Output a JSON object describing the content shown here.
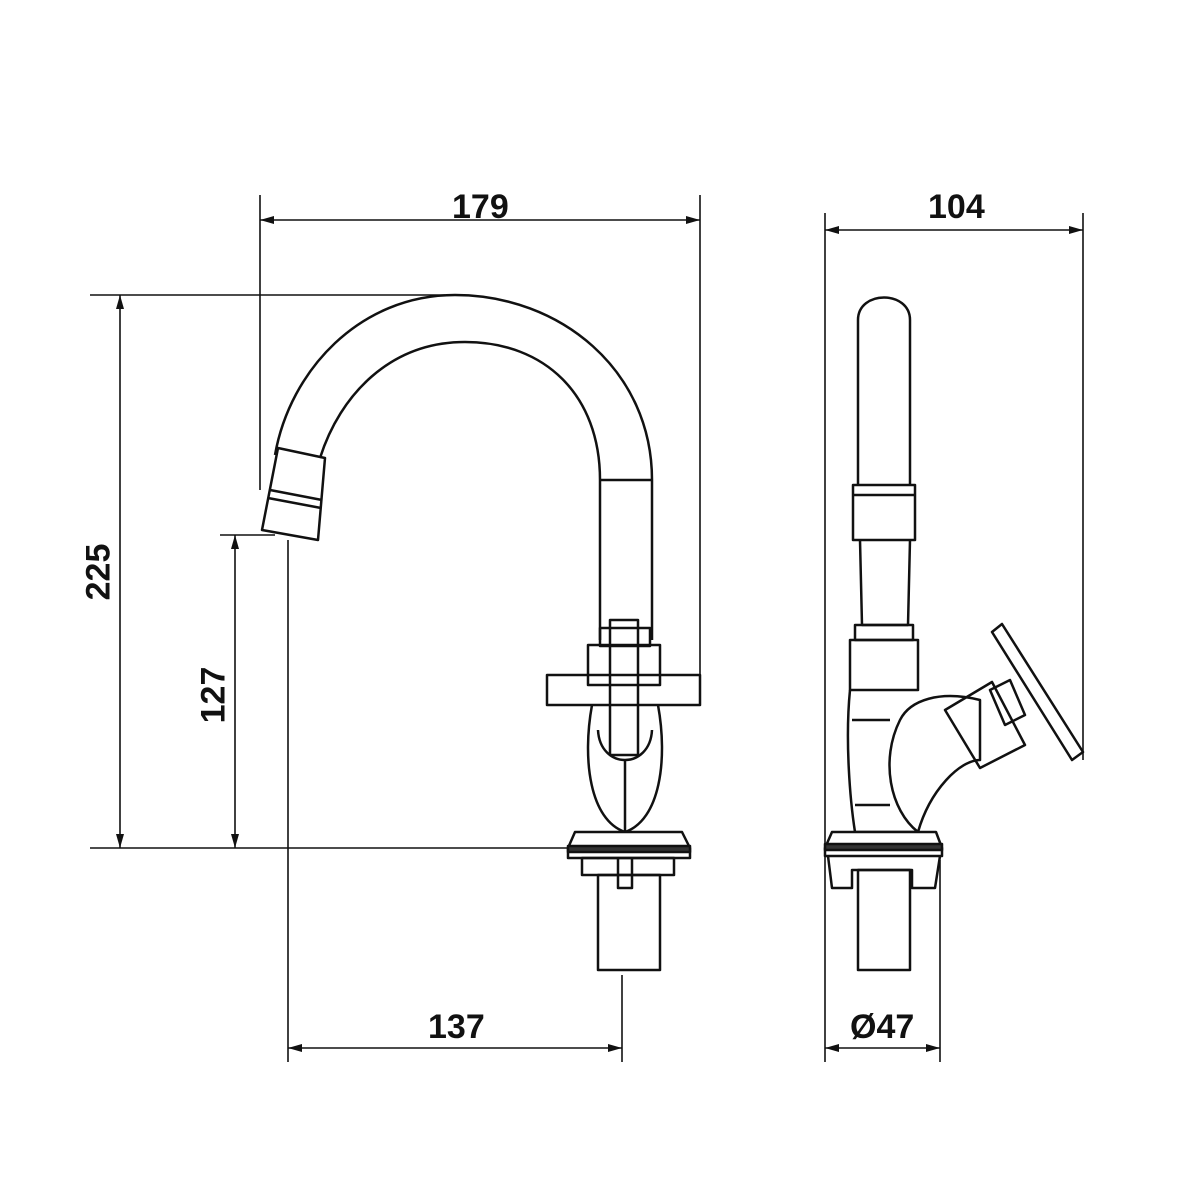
{
  "title": "Faucet technical drawing",
  "colors": {
    "line": "#111111",
    "background": "#ffffff"
  },
  "dimensions": {
    "front_width": "179",
    "side_width": "104",
    "total_height": "225",
    "spout_height": "127",
    "spout_reach": "137",
    "base_diameter": "Ø47"
  }
}
